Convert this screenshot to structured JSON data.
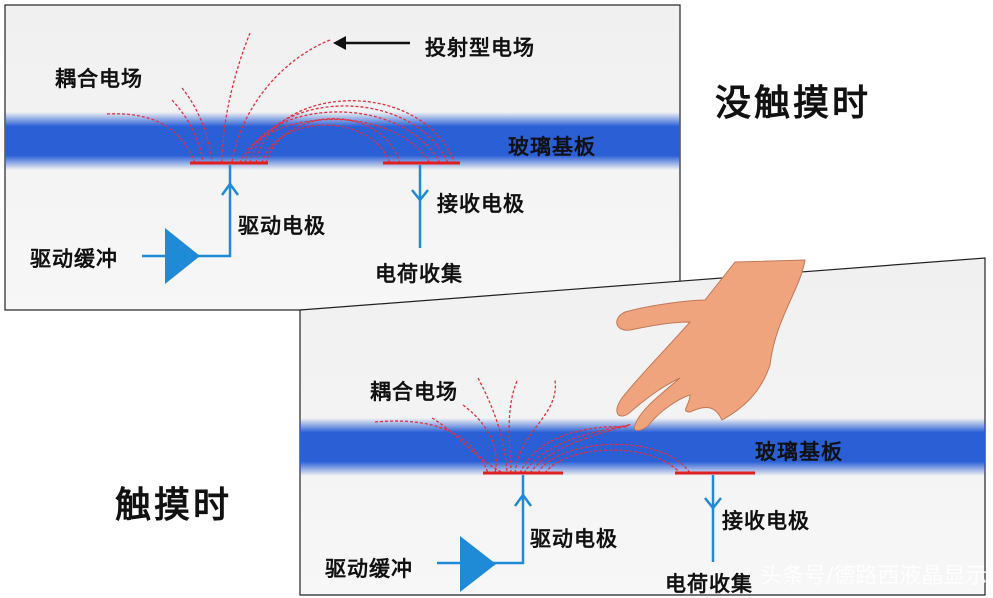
{
  "colors": {
    "glass": "#2a5fd6",
    "electrode": "#e02020",
    "wire": "#1f8ad6",
    "field": "#e03040",
    "hand": "#f0a47e"
  },
  "top_panel": {
    "state_title": "没触摸时",
    "coupling_field": "耦合电场",
    "projected_field": "投射型电场",
    "glass": "玻璃基板",
    "drive_electrode": "驱动电极",
    "receive_electrode": "接收电极",
    "drive_buffer": "驱动缓冲",
    "charge_collect": "电荷收集"
  },
  "bottom_panel": {
    "state_title": "触摸时",
    "coupling_field": "耦合电场",
    "glass": "玻璃基板",
    "drive_electrode": "驱动电极",
    "receive_electrode": "接收电极",
    "drive_buffer": "驱动缓冲",
    "charge_collect": "电荷收集"
  },
  "watermark": "头条号/德路西液晶显示"
}
